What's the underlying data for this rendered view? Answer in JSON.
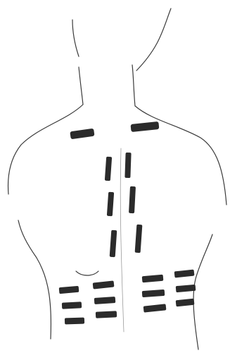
{
  "figure": {
    "subject": "back-torso-outline",
    "colors": {
      "background": "#ffffff",
      "outline": "#3a3a3a",
      "marks": "#2b2b2b"
    },
    "mark_groups": [
      {
        "group": "shoulder",
        "count": 2
      },
      {
        "group": "spine",
        "count": 6
      },
      {
        "group": "lower-back-left",
        "count": 6
      },
      {
        "group": "lower-back-right",
        "count": 6
      }
    ]
  }
}
